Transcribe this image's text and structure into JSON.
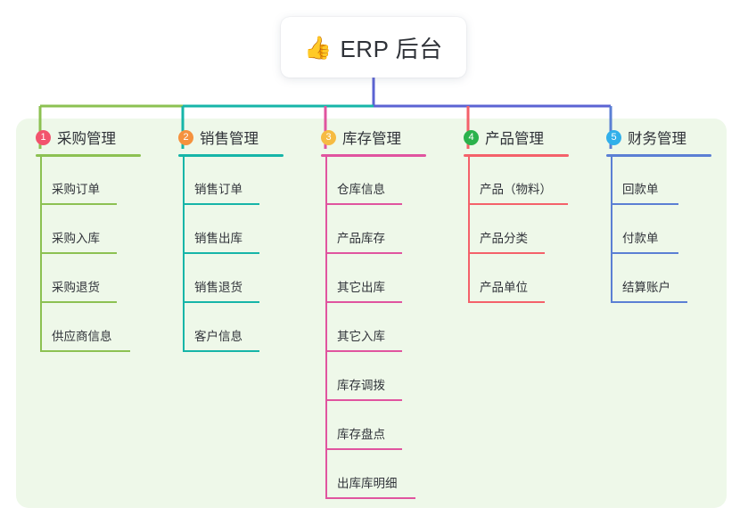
{
  "diagram": {
    "type": "mindmap-tree",
    "background_color": "#ffffff",
    "panel_color": "#eef8e9",
    "root": {
      "icon": "thumbs-up-icon",
      "icon_glyph": "👍",
      "title": "ERP 后台"
    },
    "bus_colors": {
      "segment_left_green": "#8cc152",
      "segment_teal": "#16b5a8",
      "segment_right_violet": "#5b63d3",
      "drop_col1": "#8cc152",
      "drop_col2": "#16b5a8",
      "drop_col3": "#e0549f",
      "drop_col4": "#f4616a",
      "drop_col5": "#5b7fd4"
    },
    "columns": [
      {
        "index": "1",
        "badge": "1",
        "badge_color": "#f2536d",
        "line_color": "#8cc152",
        "title": "采购管理",
        "items": [
          {
            "label": "采购订单",
            "rule_width": 86
          },
          {
            "label": "采购入库",
            "rule_width": 86
          },
          {
            "label": "采购退货",
            "rule_width": 86
          },
          {
            "label": "供应商信息",
            "rule_width": 101
          }
        ]
      },
      {
        "index": "2",
        "badge": "2",
        "badge_color": "#f5923e",
        "line_color": "#16b5a8",
        "title": "销售管理",
        "items": [
          {
            "label": "销售订单",
            "rule_width": 86
          },
          {
            "label": "销售出库",
            "rule_width": 86
          },
          {
            "label": "销售退货",
            "rule_width": 86
          },
          {
            "label": "客户信息",
            "rule_width": 86
          }
        ]
      },
      {
        "index": "3",
        "badge": "3",
        "badge_color": "#f6bb42",
        "line_color": "#e0549f",
        "title": "库存管理",
        "items": [
          {
            "label": "仓库信息",
            "rule_width": 86
          },
          {
            "label": "产品库存",
            "rule_width": 86
          },
          {
            "label": "其它出库",
            "rule_width": 86
          },
          {
            "label": "其它入库",
            "rule_width": 86
          },
          {
            "label": "库存调拨",
            "rule_width": 86
          },
          {
            "label": "库存盘点",
            "rule_width": 86
          },
          {
            "label": "出库库明细",
            "rule_width": 101
          }
        ]
      },
      {
        "index": "4",
        "badge": "4",
        "badge_color": "#2bb24c",
        "line_color": "#f4616a",
        "title": "产品管理",
        "items": [
          {
            "label": "产品（物料）",
            "rule_width": 112
          },
          {
            "label": "产品分类",
            "rule_width": 86
          },
          {
            "label": "产品单位",
            "rule_width": 86
          }
        ]
      },
      {
        "index": "5",
        "badge": "5",
        "badge_color": "#31b0ea",
        "line_color": "#5b7fd4",
        "title": "财务管理",
        "items": [
          {
            "label": "回款单",
            "rule_width": 76
          },
          {
            "label": "付款单",
            "rule_width": 76
          },
          {
            "label": "结算账户",
            "rule_width": 86
          }
        ]
      }
    ]
  }
}
